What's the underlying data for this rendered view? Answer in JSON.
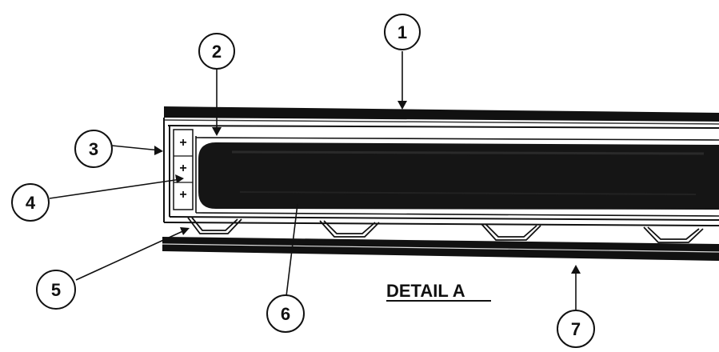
{
  "figure": {
    "title": "DETAIL A",
    "callouts": [
      {
        "label": "1"
      },
      {
        "label": "2"
      },
      {
        "label": "3"
      },
      {
        "label": "4"
      },
      {
        "label": "5"
      },
      {
        "label": "6"
      },
      {
        "label": "7"
      }
    ],
    "cell_marks": [
      "+",
      "+",
      "+"
    ]
  },
  "colors": {
    "ink": "#111111",
    "fill": "#151515",
    "paper": "#ffffff"
  }
}
